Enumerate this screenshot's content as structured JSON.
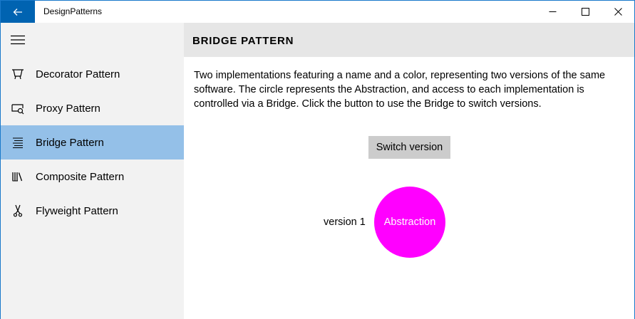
{
  "window": {
    "title": "DesignPatterns",
    "accent_color": "#0063b1",
    "border_color": "#1979ca"
  },
  "titlebar_icons": {
    "back": "back-arrow-icon",
    "minimize": "minimize-icon",
    "maximize": "maximize-icon",
    "close": "close-icon"
  },
  "sidebar": {
    "menu_icon": "hamburger-icon",
    "background": "#f2f2f2",
    "selected_background": "#94c0e8",
    "items": [
      {
        "label": "Decorator Pattern",
        "icon": "decorator-icon",
        "selected": false
      },
      {
        "label": "Proxy Pattern",
        "icon": "proxy-icon",
        "selected": false
      },
      {
        "label": "Bridge Pattern",
        "icon": "bridge-icon",
        "selected": true
      },
      {
        "label": "Composite Pattern",
        "icon": "composite-icon",
        "selected": false
      },
      {
        "label": "Flyweight Pattern",
        "icon": "flyweight-icon",
        "selected": false
      }
    ]
  },
  "main": {
    "header_title": "BRIDGE PATTERN",
    "header_background": "#e6e6e6",
    "description": "Two implementations featuring a name and a color, representing two versions of the same software. The circle represents the Abstraction, and access to each implementation is controlled via a Bridge. Click the button to use the Bridge to switch versions.",
    "switch_button_label": "Switch version",
    "version_label": "version 1",
    "abstraction_label": "Abstraction",
    "abstraction_color": "#ff00ff"
  }
}
